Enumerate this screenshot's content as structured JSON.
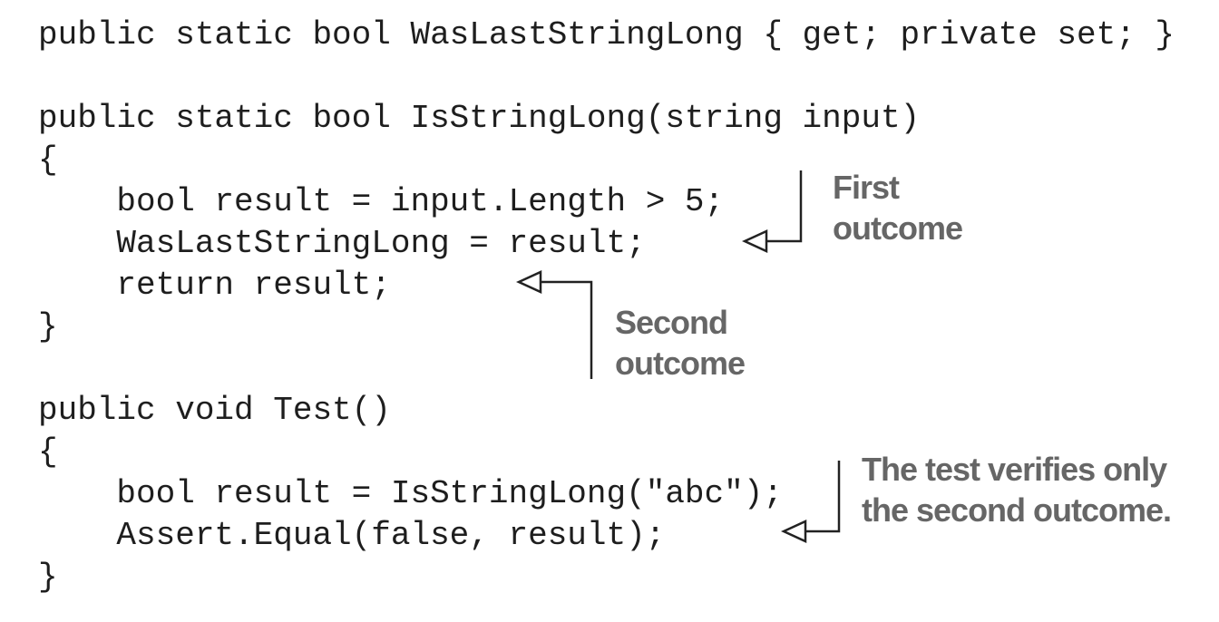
{
  "figure": {
    "background_color": "#ffffff",
    "code_color": "#1e1e1e",
    "annotation_color": "#666666",
    "arrow_color": "#222222",
    "code_lines": [
      "public static bool WasLastStringLong { get; private set; }",
      "",
      "public static bool IsStringLong(string input)",
      "{",
      "    bool result = input.Length > 5;",
      "    WasLastStringLong = result;",
      "    return result;",
      "}",
      "",
      "public void Test()",
      "{",
      "    bool result = IsStringLong(\"abc\");",
      "    Assert.Equal(false, result);",
      "}"
    ],
    "annotations": [
      {
        "id": "first-outcome",
        "lines": [
          "First",
          "outcome"
        ]
      },
      {
        "id": "second-outcome",
        "lines": [
          "Second",
          "outcome"
        ]
      },
      {
        "id": "test-verifies",
        "lines": [
          "The test verifies only",
          "the second outcome."
        ]
      }
    ]
  }
}
